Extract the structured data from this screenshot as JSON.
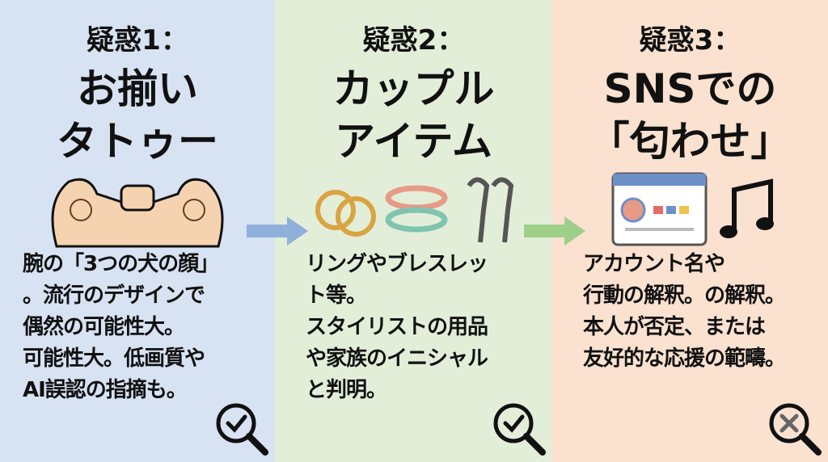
{
  "panels": [
    {
      "label": "疑惑1：",
      "title_lines": [
        "お揃い",
        "タトゥー"
      ],
      "body_lines": [
        "腕の「3つの犬の顔」",
        "。流行のデザインで",
        "偶然の可能性大。",
        "可能性大。低画質や",
        "AI誤認の指摘も。"
      ],
      "verdict": "check",
      "color": "#d7e2f2"
    },
    {
      "label": "疑惑2：",
      "title_lines": [
        "カップル",
        "アイテム"
      ],
      "body_lines": [
        "リングやブレスレッ",
        "ト等。",
        "スタイリストの用品",
        "や家族のイニシャル",
        "と判明。"
      ],
      "verdict": "check",
      "color": "#e3eed9"
    },
    {
      "label": "疑惑3：",
      "title_lines": [
        "SNSでの",
        "「匂わせ」"
      ],
      "body_lines": [
        "アカウント名や",
        "行動の解釈。の解釈。",
        "本人が否定、または",
        "友好的な応援の範疇。"
      ],
      "verdict": "cross",
      "color": "#fbe1cf"
    }
  ],
  "arrow_colors": [
    "#8fb0db",
    "#9fd08a"
  ]
}
